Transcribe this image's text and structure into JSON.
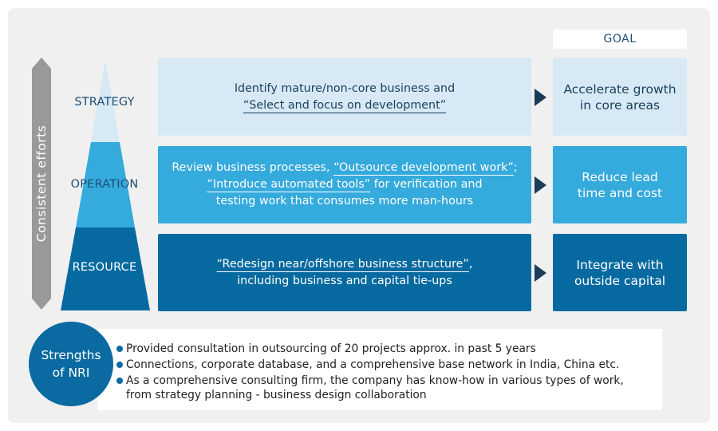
{
  "goal_header": "GOAL",
  "side_label": "Consistent efforts",
  "tiers": [
    {
      "label": "STRATEGY",
      "line1_plain": "Identify mature/non-core business and",
      "line2_underlined": "“Select and focus on development”",
      "goal_line1": "Accelerate growth",
      "goal_line2": "in core areas"
    },
    {
      "label": "OPERATION",
      "line1_plain": "Review business processes, ",
      "line1_underlined": "“Outsource development work”",
      "line1_end": ";",
      "line2_underlined": "“Introduce automated tools”",
      "line2_plain": " for verification and",
      "line3": "testing work that consumes more man-hours",
      "goal_line1": "Reduce lead",
      "goal_line2": "time and cost"
    },
    {
      "label": "RESOURCE",
      "line1_underlined": "“Redesign near/offshore business structure”",
      "line1_end": ",",
      "line2": "including business and capital tie-ups",
      "goal_line1": "Integrate with",
      "goal_line2": "outside capital"
    }
  ],
  "strengths": {
    "title_line1": "Strengths",
    "title_line2": "of NRI",
    "items": [
      "Provided consultation in outsourcing of 20 projects approx. in past 5 years",
      "Connections, corporate database, and a comprehensive base network in India, China etc.",
      "As a comprehensive consulting firm, the company has know-how in various types of work,",
      "from strategy planning - business design collaboration"
    ]
  },
  "colors": {
    "light": "#d6e9f5",
    "mid": "#35aadc",
    "dark": "#066aa0",
    "arrow": "#1a3c5a",
    "side_bar": "#999999"
  }
}
